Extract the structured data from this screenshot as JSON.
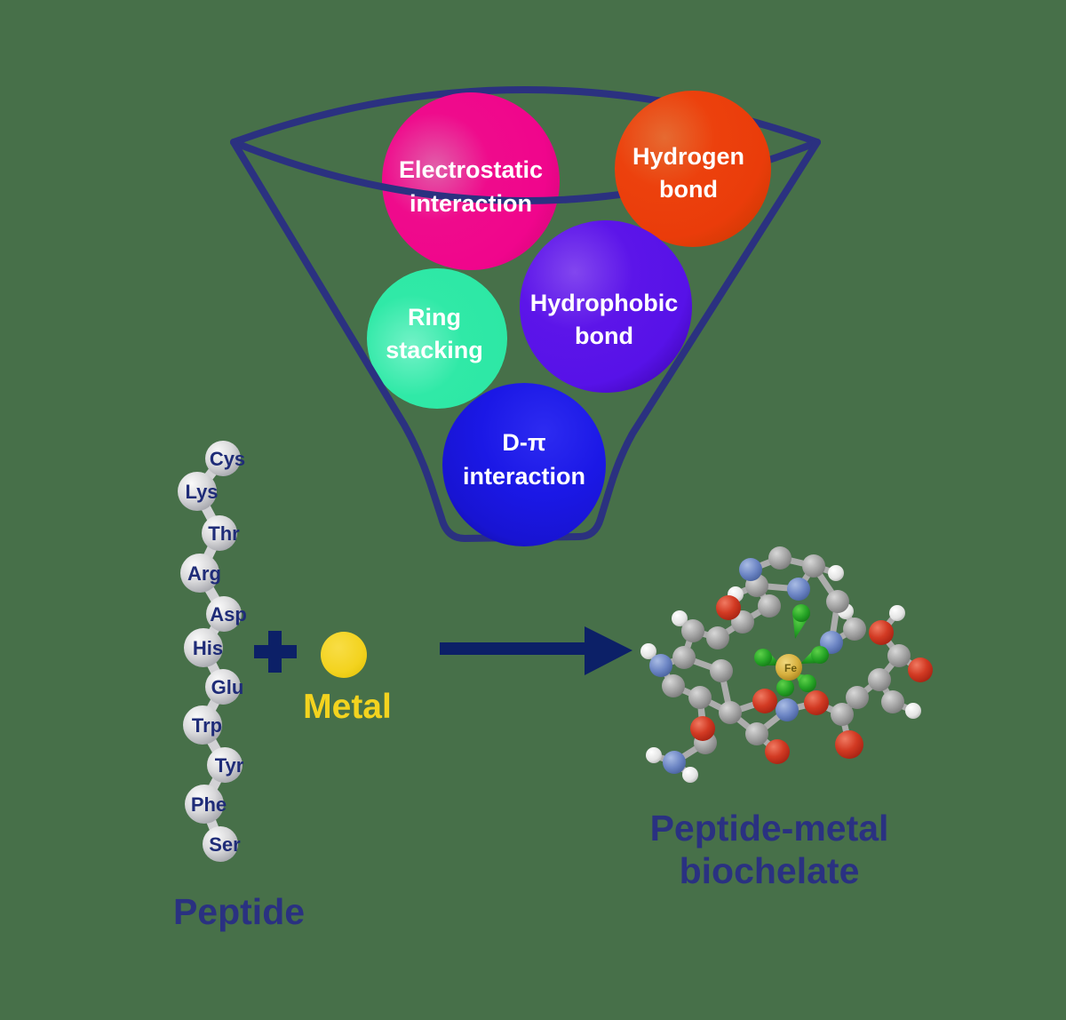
{
  "background_color": "#477049",
  "funnel": {
    "outline_color": "#2b3180",
    "bubbles": [
      {
        "id": "electrostatic-interaction",
        "lines": [
          "Electrostatic",
          "interaction"
        ],
        "color": "#f0058c"
      },
      {
        "id": "hydrogen-bond",
        "lines": [
          "Hydrogen",
          "bond"
        ],
        "color": "#ea3c0a"
      },
      {
        "id": "ring-stacking",
        "lines": [
          "Ring",
          "stacking"
        ],
        "color": "#2de8a5"
      },
      {
        "id": "hydrophobic-bond",
        "lines": [
          "Hydrophobic",
          "bond"
        ],
        "color": "#5712e8"
      },
      {
        "id": "d-pi-interaction",
        "lines": [
          "D-π",
          "interaction"
        ],
        "color": "#1b18e6"
      }
    ]
  },
  "peptide": {
    "label": "Peptide",
    "label_color": "#2a3181",
    "residues": [
      "Cys",
      "Lys",
      "Thr",
      "Arg",
      "Asp",
      "His",
      "Glu",
      "Trp",
      "Tyr",
      "Phe",
      "Ser"
    ]
  },
  "reaction": {
    "plus": "+",
    "metal_label": "Metal",
    "metal_color": "#f3d31f",
    "arrow_color": "#0c2067"
  },
  "product": {
    "lines": [
      "Peptide-metal",
      "biochelate"
    ],
    "metal_atom_symbol": "Fe",
    "atom_colors": {
      "carbon": "#9a9a9a",
      "nitrogen": "#6c85c4",
      "oxygen": "#cf3420",
      "hydrogen": "#e9e9e9",
      "coordination": "#2aa52a",
      "metal": "#d8b13f"
    }
  }
}
